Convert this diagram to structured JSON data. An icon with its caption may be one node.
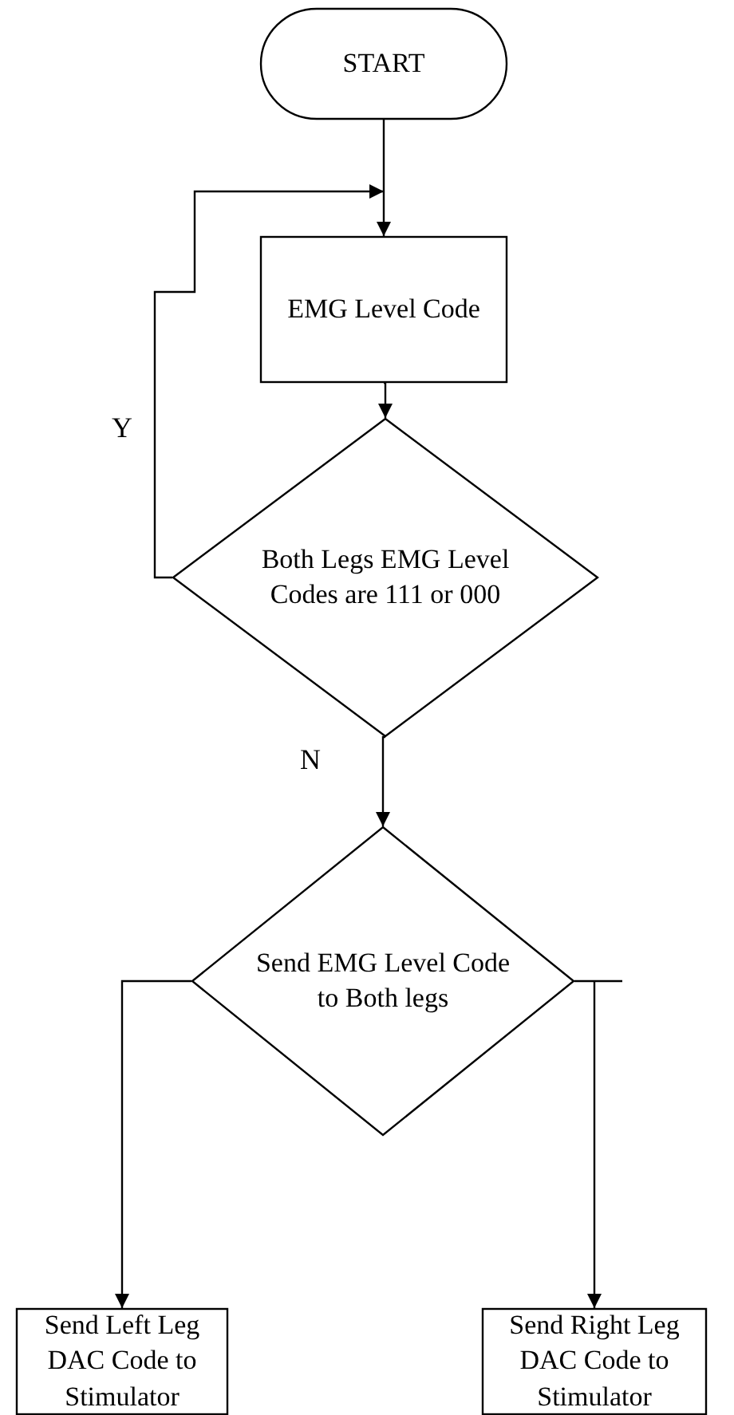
{
  "diagram": {
    "nodes": [
      {
        "text": [
          "START"
        ]
      },
      {
        "text": [
          "EMG Level Code"
        ]
      },
      {
        "text": [
          "Both Legs EMG Level Codes are 111 or 000"
        ]
      },
      {
        "text": [
          "Send EMG Level Code to Both legs"
        ]
      },
      {
        "text": [
          "Send Left Leg DAC Code to Stimulator"
        ]
      },
      {
        "text": [
          "Send Right Leg DAC Code to Stimulator"
        ]
      }
    ],
    "edges": [
      {
        "from": 0,
        "to": 1,
        "arrow": "to"
      },
      {
        "from": 2,
        "to": 1,
        "arrow": "to",
        "label": "Y"
      },
      {
        "from": 1,
        "to": 2,
        "arrow": "to"
      },
      {
        "from": 2,
        "to": 3,
        "arrow": "to",
        "label": "N"
      },
      {
        "from": 3,
        "to": 4,
        "arrow": "to"
      },
      {
        "from": 3,
        "to": 5,
        "arrow": "to"
      }
    ]
  }
}
